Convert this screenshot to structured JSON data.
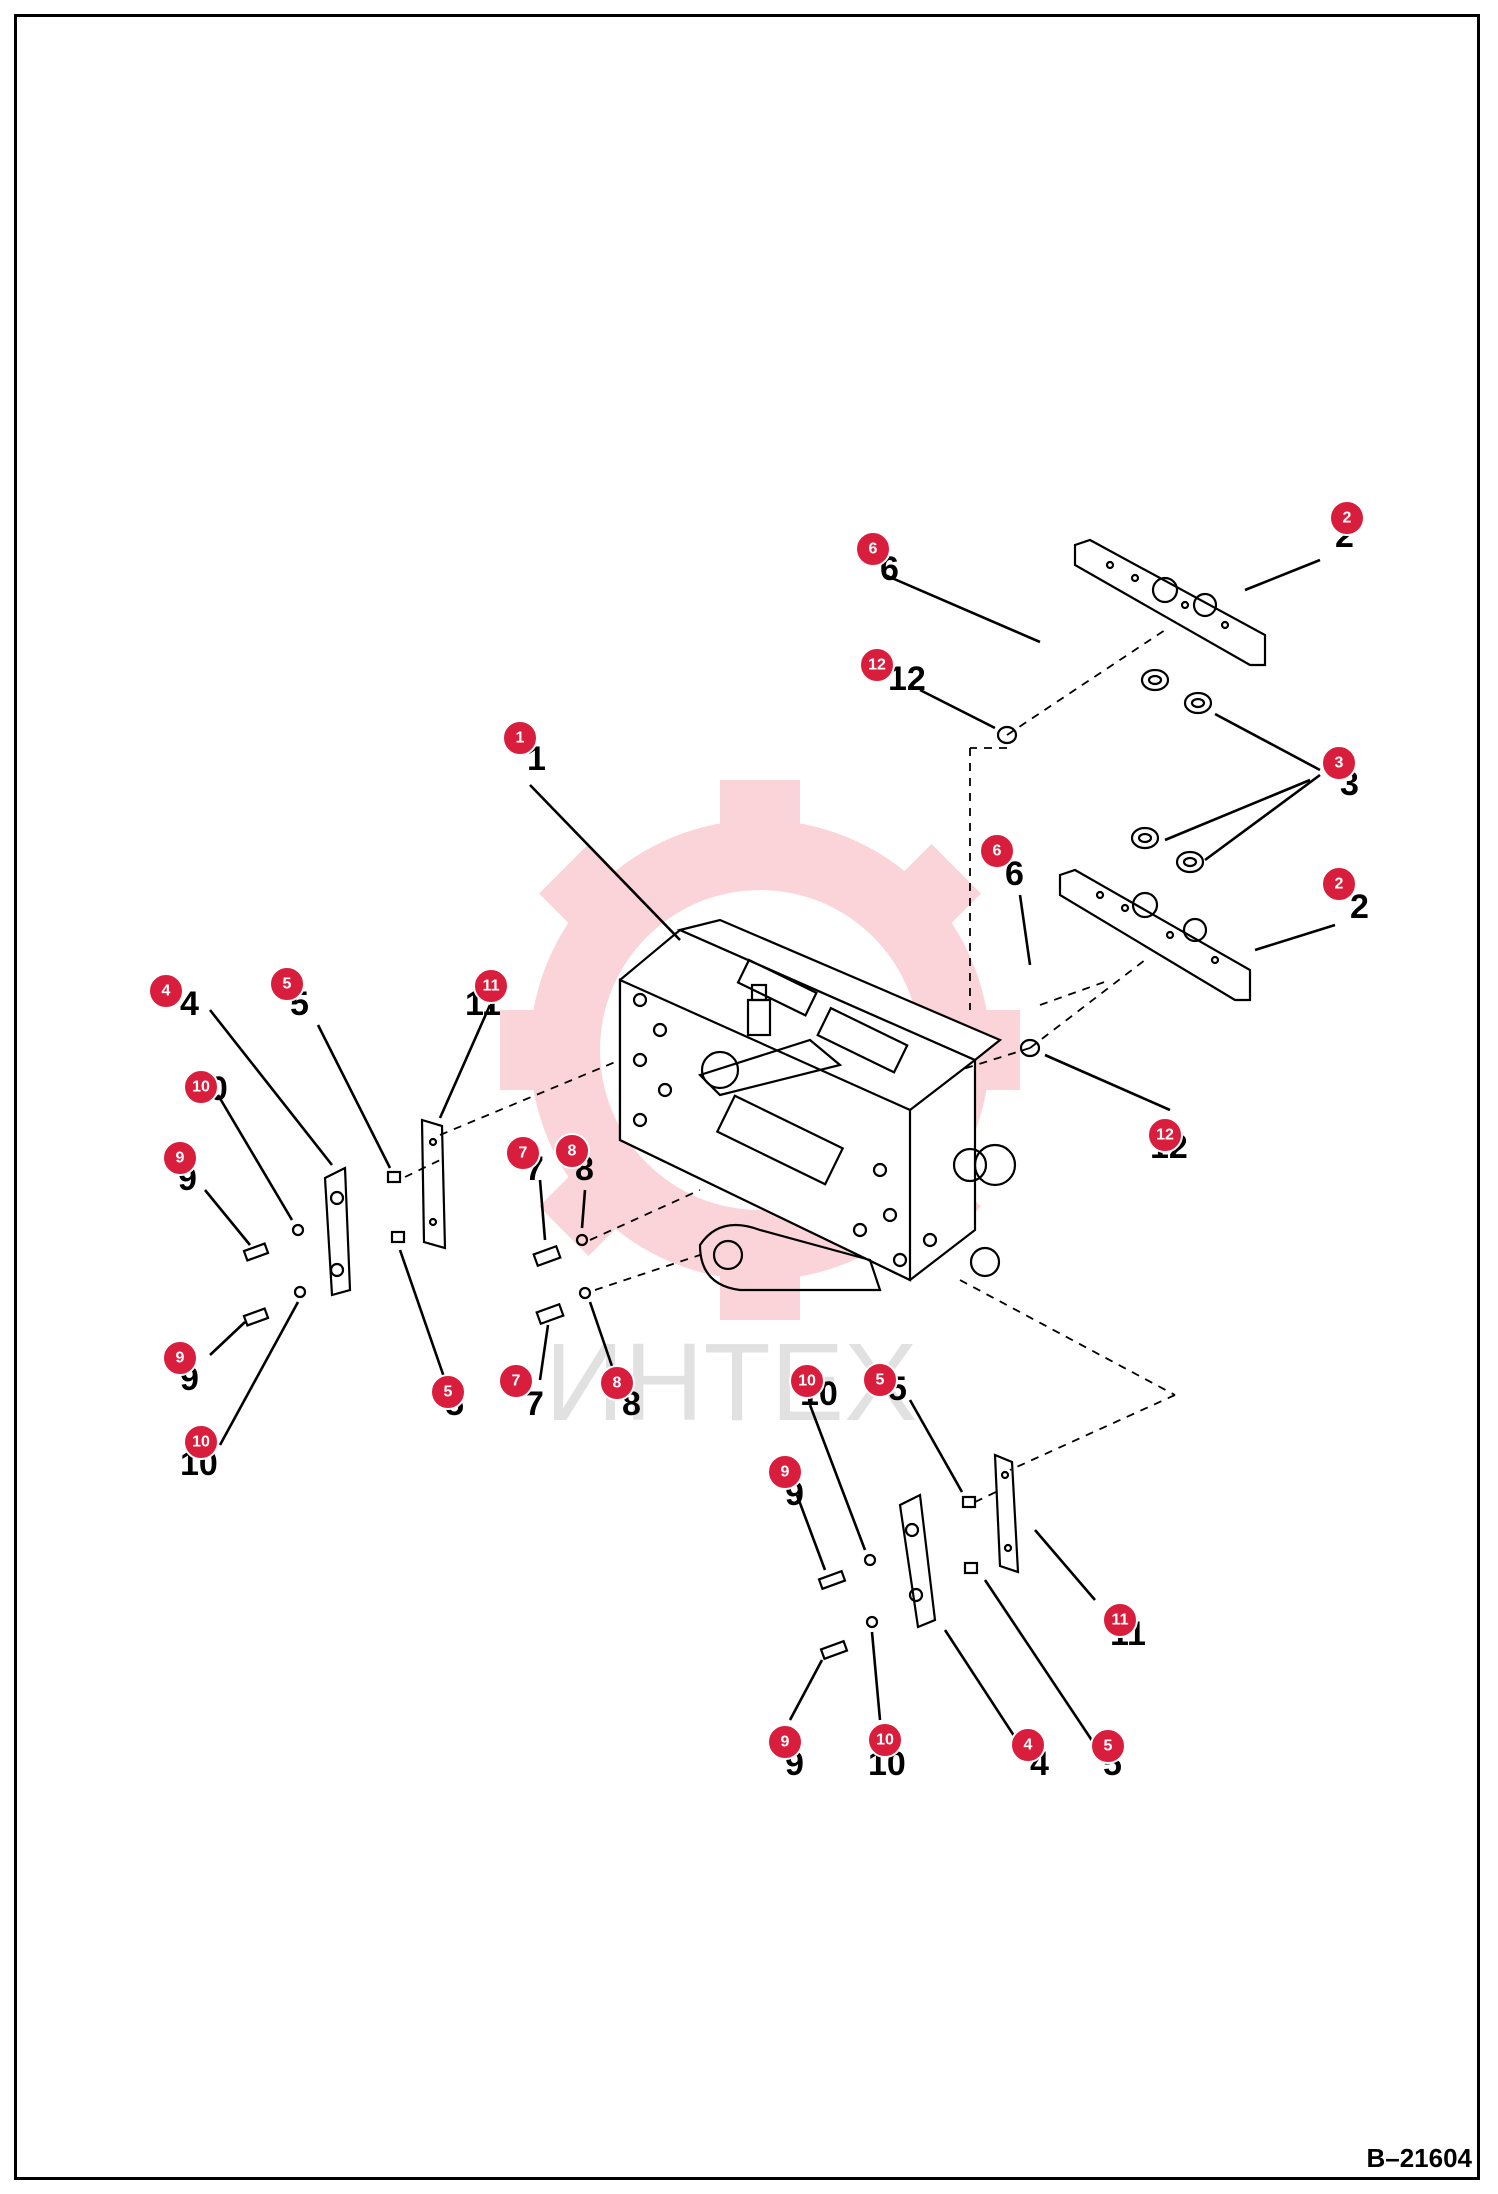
{
  "diagram": {
    "reference_code": "B–21604",
    "watermark_text": "ИНТЕХ",
    "accent_color": "#d81e3c",
    "callouts": [
      {
        "id": "c2a",
        "label": "2"
      },
      {
        "id": "c6a",
        "label": "6"
      },
      {
        "id": "c12a",
        "label": "12"
      },
      {
        "id": "c3",
        "label": "3"
      },
      {
        "id": "c1",
        "label": "1"
      },
      {
        "id": "c6b",
        "label": "6"
      },
      {
        "id": "c2b",
        "label": "2"
      },
      {
        "id": "c4a",
        "label": "4"
      },
      {
        "id": "c5a",
        "label": "5"
      },
      {
        "id": "c11a",
        "label": "11"
      },
      {
        "id": "c10a",
        "label": "10"
      },
      {
        "id": "c9a",
        "label": "9"
      },
      {
        "id": "c7a",
        "label": "7"
      },
      {
        "id": "c8a",
        "label": "8"
      },
      {
        "id": "c12b",
        "label": "12"
      },
      {
        "id": "c9b",
        "label": "9"
      },
      {
        "id": "c5b",
        "label": "5"
      },
      {
        "id": "c7b",
        "label": "7"
      },
      {
        "id": "c8b",
        "label": "8"
      },
      {
        "id": "c10b",
        "label": "10"
      },
      {
        "id": "c10c",
        "label": "10"
      },
      {
        "id": "c5c",
        "label": "5"
      },
      {
        "id": "c9c",
        "label": "9"
      },
      {
        "id": "c11b",
        "label": "11"
      },
      {
        "id": "c9d",
        "label": "9"
      },
      {
        "id": "c10d",
        "label": "10"
      },
      {
        "id": "c4b",
        "label": "4"
      },
      {
        "id": "c5d",
        "label": "5"
      }
    ]
  }
}
